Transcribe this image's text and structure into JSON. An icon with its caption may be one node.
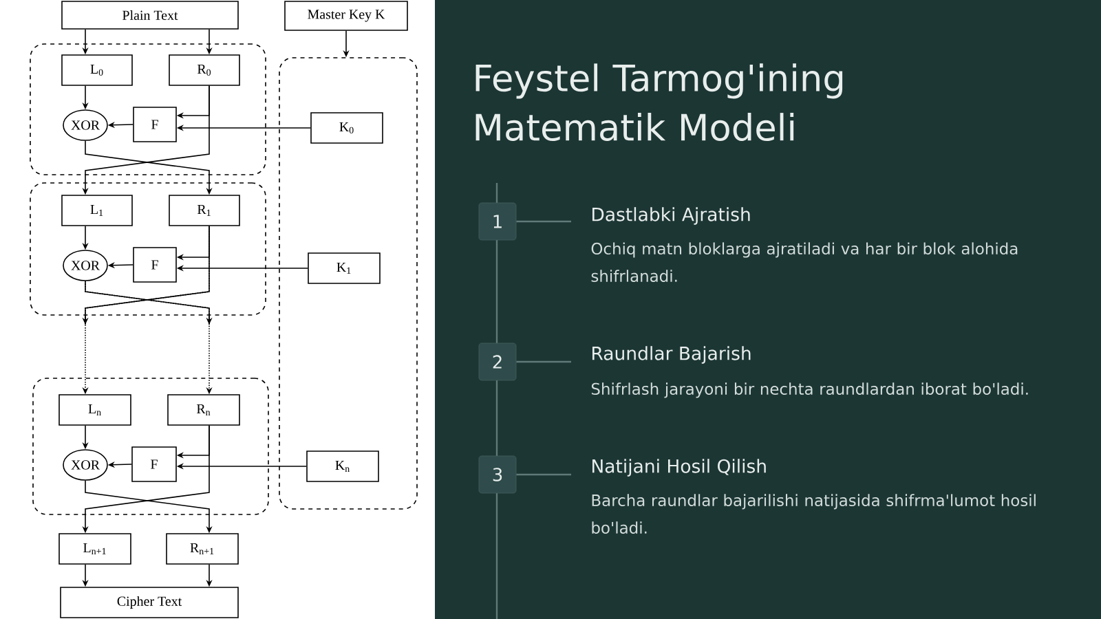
{
  "diagram": {
    "title": "Feystel Tarmog'ining Matematik Modeli",
    "nodes": [
      {
        "text": [
          "Plain Text"
        ]
      },
      {
        "text": [
          "Master Key K"
        ]
      },
      {
        "text": [],
        "shape": "box"
      },
      {
        "text": [
          "L$_{0}$"
        ],
        "in": 2
      },
      {
        "text": [
          "R$_{0}$"
        ],
        "in": 2
      },
      {
        "text": [
          "XOR"
        ],
        "in": 2
      },
      {
        "text": [
          "F"
        ],
        "in": 2
      },
      {
        "text": [],
        "shape": "box"
      },
      {
        "text": [
          "K$_{0}$"
        ],
        "in": 7
      },
      {
        "text": [],
        "shape": "box"
      },
      {
        "text": [
          "L$_{1}$"
        ],
        "in": 9
      },
      {
        "text": [
          "R$_{1}$"
        ],
        "in": 9
      },
      {
        "text": [
          "XOR"
        ],
        "in": 9
      },
      {
        "text": [
          "F"
        ],
        "in": 9
      },
      {
        "text": [
          "K$_{1}$"
        ],
        "in": 7
      },
      {
        "text": [],
        "shape": "box"
      },
      {
        "text": [
          "L$_{n}$"
        ],
        "in": 15
      },
      {
        "text": [
          "R$_{n}$"
        ],
        "in": 15
      },
      {
        "text": [
          "XOR"
        ],
        "in": 15
      },
      {
        "text": [
          "F"
        ],
        "in": 15
      },
      {
        "text": [
          "K$_{n}$"
        ],
        "in": 7
      },
      {
        "text": [
          "L$_{n+1}$"
        ]
      },
      {
        "text": [
          "R$_{n+1}$"
        ]
      },
      {
        "text": [
          "Cipher Text"
        ]
      },
      {
        "text": [
          "1"
        ]
      },
      {
        "text": [
          "Dastlabki Ajratish"
        ],
        "beside": [
          "Ochiq matn bloklarga ajratiladi va har bir blok alohida shifrlanadi."
        ]
      },
      {
        "text": [
          "2"
        ]
      },
      {
        "text": [
          "Raundlar Bajarish"
        ],
        "beside": [
          "Shifrlash jarayoni bir nechta raundlardan iborat bo'ladi."
        ]
      },
      {
        "text": [
          "3"
        ]
      },
      {
        "text": [
          "Natijani Hosil Qilish"
        ],
        "beside": [
          "Barcha raundlar bajarilishi natijasida shifrma'lumot hosil bo'ladi."
        ]
      }
    ],
    "edges": [
      {
        "from": 0,
        "to": 3,
        "arrow": "to"
      },
      {
        "from": 0,
        "to": 4,
        "arrow": "to"
      },
      {
        "from": 1,
        "to": 7,
        "arrow": "to"
      },
      {
        "from": 3,
        "to": 5,
        "arrow": "to"
      },
      {
        "from": 4,
        "to": 6,
        "arrow": "to"
      },
      {
        "from": 8,
        "to": 6,
        "arrow": "to"
      },
      {
        "from": 6,
        "to": 5,
        "arrow": "to"
      },
      {
        "from": 5,
        "to": 11,
        "arrow": "to"
      },
      {
        "from": 4,
        "to": 10,
        "arrow": "to"
      },
      {
        "from": 10,
        "to": 12,
        "arrow": "to"
      },
      {
        "from": 11,
        "to": 13,
        "arrow": "to"
      },
      {
        "from": 14,
        "to": 13,
        "arrow": "to"
      },
      {
        "from": 13,
        "to": 12,
        "arrow": "to"
      },
      {
        "from": 12,
        "to": 17,
        "arrow": "to",
        "style": "dashed"
      },
      {
        "from": 11,
        "to": 16,
        "arrow": "to",
        "style": "dashed"
      },
      {
        "from": 16,
        "to": 18,
        "arrow": "to"
      },
      {
        "from": 17,
        "to": 19,
        "arrow": "to"
      },
      {
        "from": 20,
        "to": 19,
        "arrow": "to"
      },
      {
        "from": 19,
        "to": 18,
        "arrow": "to"
      },
      {
        "from": 18,
        "to": 22,
        "arrow": "to"
      },
      {
        "from": 17,
        "to": 21,
        "arrow": "to"
      },
      {
        "from": 21,
        "to": 23,
        "arrow": "to"
      },
      {
        "from": 22,
        "to": 23,
        "arrow": "to"
      },
      {
        "from": 24,
        "to": 25,
        "arrow": "none",
        "color": "#5f7a78"
      },
      {
        "from": 26,
        "to": 27,
        "arrow": "none",
        "color": "#5f7a78"
      },
      {
        "from": 28,
        "to": 29,
        "arrow": "none",
        "color": "#5f7a78"
      }
    ]
  }
}
